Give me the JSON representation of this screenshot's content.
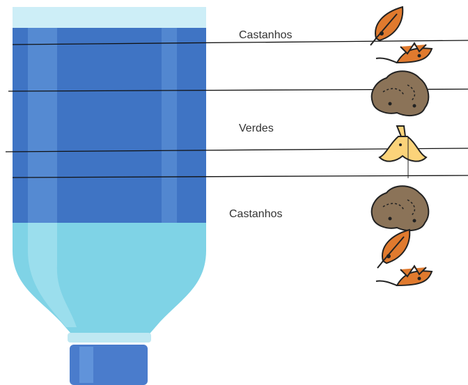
{
  "labels": {
    "top_layer": "Castanhos",
    "middle_layer": "Verdes",
    "bottom_layer": "Castanhos"
  },
  "colors": {
    "bottle_dark": "#3f74c4",
    "bottle_mid": "#5b8fd8",
    "bottle_light": "#7fd3e6",
    "bottle_top": "#cdeef7",
    "cap": "#4a7ccc",
    "leaf": "#e07a2e",
    "soil": "#8b7358",
    "banana": "#fbd37a"
  },
  "icons": [
    "leaf-icon",
    "soil-clump-icon",
    "banana-peel-icon"
  ]
}
